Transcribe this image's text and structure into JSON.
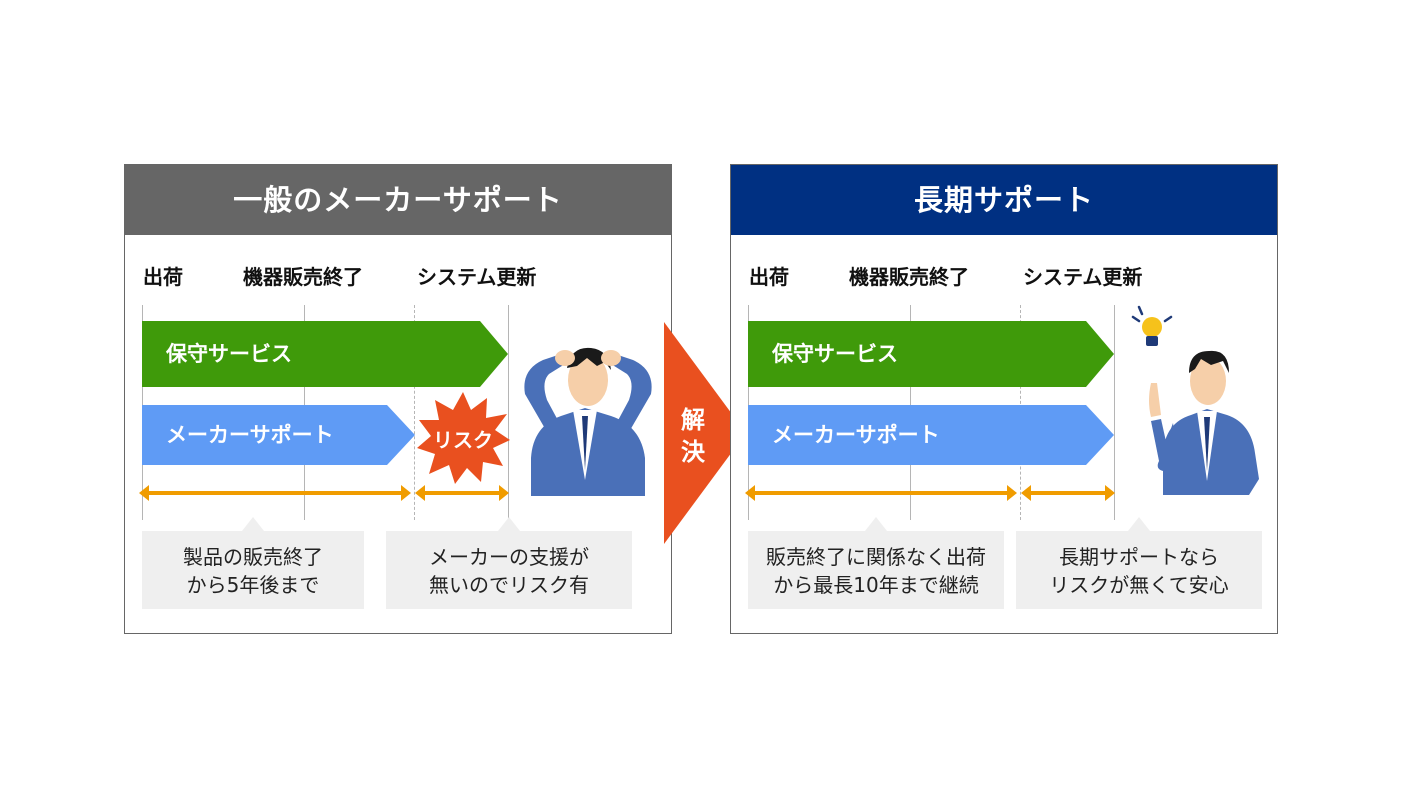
{
  "colors": {
    "header_left": "#666666",
    "header_right": "#003082",
    "maintenance_bar": "#3f9a0a",
    "maker_bar": "#5f9bf5",
    "span_arrow": "#f09c00",
    "risk_burst": "#e9501f",
    "solve_arrow": "#e9501f",
    "note_bg": "#efefef"
  },
  "left": {
    "title": "一般のメーカーサポート",
    "phases": [
      "出荷",
      "機器販売終了",
      "システム更新"
    ],
    "maintenance_label": "保守サービス",
    "maker_support_label": "メーカーサポート",
    "risk_label": "リスク",
    "note1": [
      "製品の販売終了",
      "から5年後まで"
    ],
    "note2": [
      "メーカーの支援が",
      "無いのでリスク有"
    ],
    "person_icon": "worried-businessman-icon"
  },
  "solve": {
    "text_line1": "解",
    "text_line2": "決"
  },
  "right": {
    "title": "長期サポート",
    "phases": [
      "出荷",
      "機器販売終了",
      "システム更新"
    ],
    "maintenance_label": "保守サービス",
    "maker_support_label": "メーカーサポート",
    "note1": [
      "販売終了に関係なく出荷",
      "から最長10年まで継続"
    ],
    "note2": [
      "長期サポートなら",
      "リスクが無くて安心"
    ],
    "person_icon": "idea-businessman-icon",
    "bulb_icon": "lightbulb-icon"
  }
}
